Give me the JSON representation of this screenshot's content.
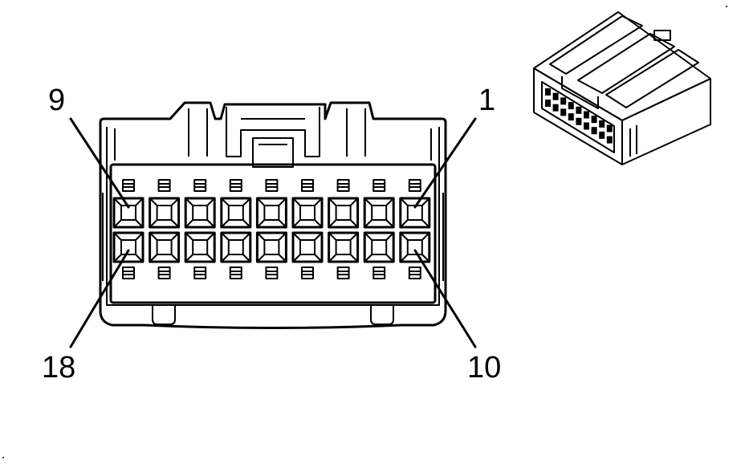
{
  "pin_labels": {
    "top_left": "9",
    "top_right": "1",
    "bottom_left": "18",
    "bottom_right": "10"
  },
  "connector": {
    "cavities_per_row": 9,
    "rows": 2,
    "total_cavities": 18
  }
}
